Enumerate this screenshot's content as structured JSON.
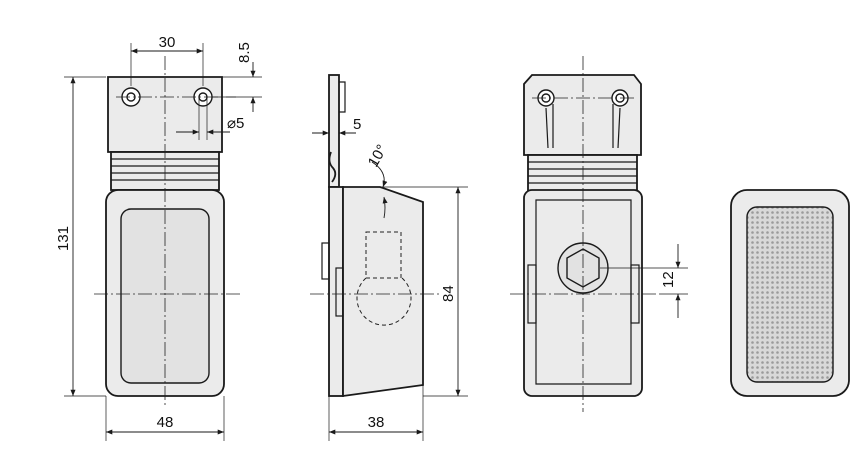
{
  "dimensions": {
    "hole_spacing": "30",
    "edge_offset": "8.5",
    "hole_diameter": "⌀5",
    "overall_height": "131",
    "base_width": "48",
    "bracket_thickness": "5",
    "angle": "10°",
    "lamp_height": "84",
    "depth": "38",
    "bolt_offset": "12"
  },
  "colors": {
    "line": "#1a1a1a",
    "body_fill": "#ebebeb",
    "lens_mesh": "#bcbcbc"
  }
}
